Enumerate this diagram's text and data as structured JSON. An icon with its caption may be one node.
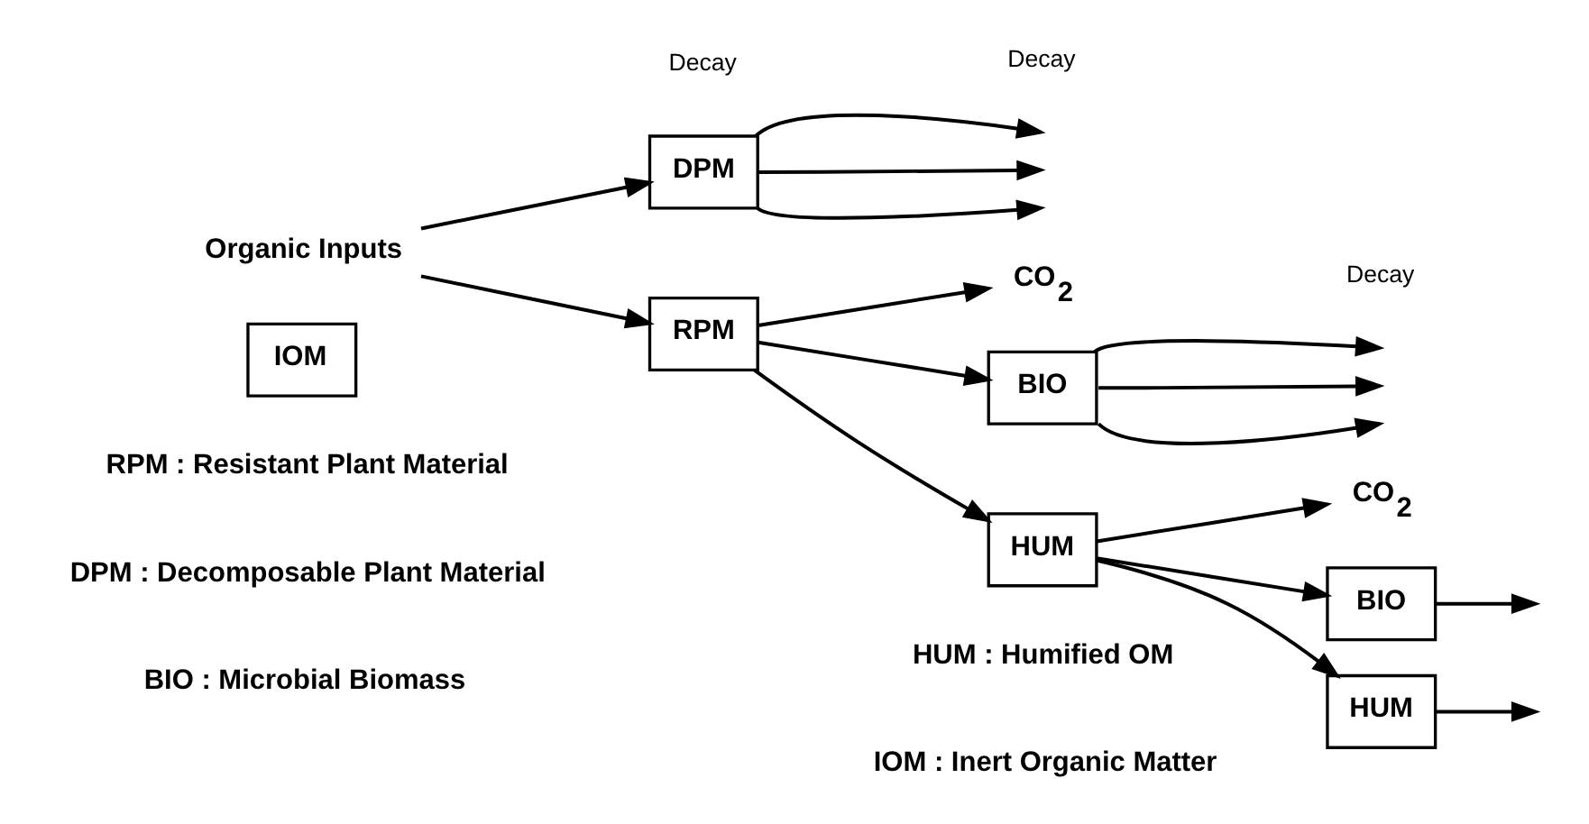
{
  "diagram": {
    "nodes": [
      {
        "text": [
          "Organic Inputs"
        ]
      },
      {
        "text": [
          "DPM"
        ]
      },
      {
        "text": [
          "RPM"
        ]
      },
      {
        "text": [
          "CO$_{2}$"
        ]
      },
      {
        "text": [
          "BIO"
        ]
      },
      {
        "text": [
          "HUM"
        ]
      },
      {
        "text": [
          "CO$_{2}$"
        ]
      },
      {
        "text": [
          "BIO"
        ]
      },
      {
        "text": [
          "HUM"
        ]
      },
      {
        "text": [
          "IOM"
        ]
      }
    ],
    "edges": [
      {
        "from": 0,
        "to": 1,
        "arrow": "to"
      },
      {
        "from": 0,
        "to": 2,
        "arrow": "to"
      },
      {
        "from": 1,
        "to": null,
        "arrow": "to"
      },
      {
        "from": 1,
        "to": null,
        "arrow": "to"
      },
      {
        "from": 1,
        "to": null,
        "arrow": "to"
      },
      {
        "from": 2,
        "to": 3,
        "arrow": "to"
      },
      {
        "from": 2,
        "to": 4,
        "arrow": "to"
      },
      {
        "from": 2,
        "to": 5,
        "arrow": "to"
      },
      {
        "from": 4,
        "to": null,
        "arrow": "to"
      },
      {
        "from": 4,
        "to": null,
        "arrow": "to"
      },
      {
        "from": 4,
        "to": null,
        "arrow": "to"
      },
      {
        "from": 5,
        "to": 6,
        "arrow": "to"
      },
      {
        "from": 5,
        "to": 7,
        "arrow": "to"
      },
      {
        "from": 5,
        "to": 8,
        "arrow": "to"
      },
      {
        "from": 7,
        "to": null,
        "arrow": "to"
      },
      {
        "from": 8,
        "to": null,
        "arrow": "to"
      }
    ],
    "labels": [
      "Decay",
      "Decay",
      "Decay",
      "RPM : Resistant Plant Material",
      "DPM : Decomposable Plant Material",
      "HUM : Humified OM",
      "BIO : Microbial Biomass",
      "IOM : Inert Organic Matter"
    ]
  }
}
